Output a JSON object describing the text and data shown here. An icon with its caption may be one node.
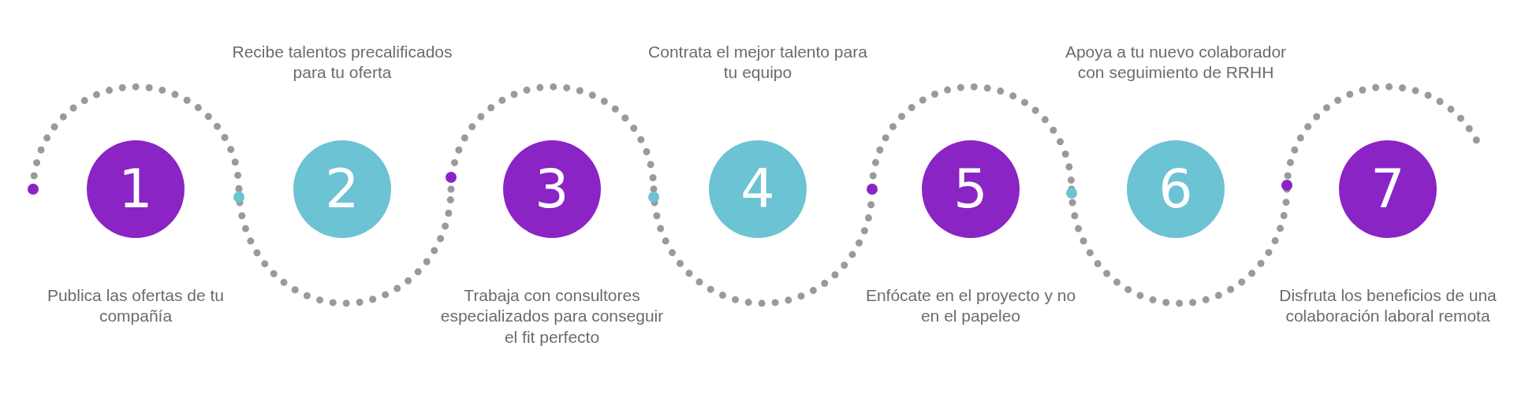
{
  "diagram": {
    "nodes": [
      {
        "text": [
          "1"
        ],
        "beside": [
          "Publica las ofertas de tu compañía"
        ]
      },
      {
        "text": [
          "2"
        ],
        "beside": [
          "Recibe talentos precalificados para tu oferta"
        ]
      },
      {
        "text": [
          "3"
        ],
        "beside": [
          "Trabaja con consultores especializados para conseguir el fit perfecto"
        ]
      },
      {
        "text": [
          "4"
        ],
        "beside": [
          "Contrata el mejor talento para tu equipo"
        ]
      },
      {
        "text": [
          "5"
        ],
        "beside": [
          "Enfócate en el proyecto y no en el papeleo"
        ]
      },
      {
        "text": [
          "6"
        ],
        "beside": [
          "Apoya a tu nuevo colaborador con seguimiento de RRHH"
        ]
      },
      {
        "text": [
          "7"
        ],
        "beside": [
          "Disfruta los beneficios de una colaboración laboral remota"
        ]
      }
    ]
  }
}
